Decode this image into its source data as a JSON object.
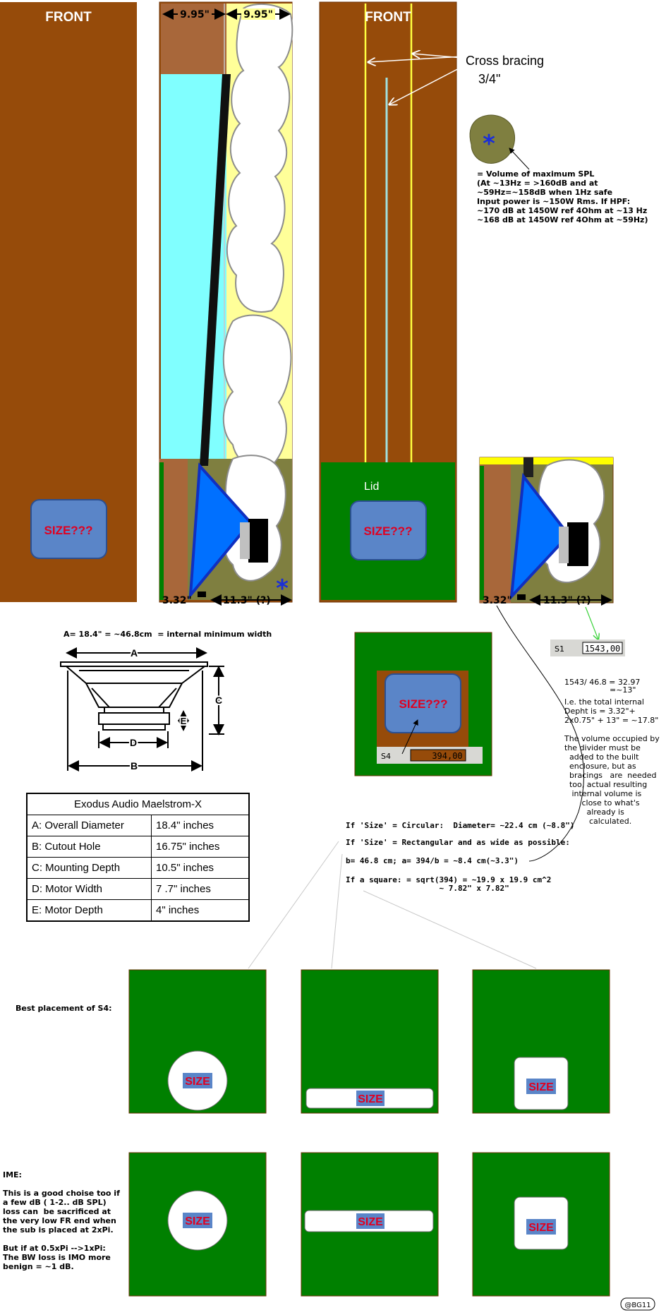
{
  "labels": {
    "front_left": "FRONT",
    "front_right": "FRONT",
    "dim_left": "9.95\"",
    "dim_right": "9.95\"",
    "lid": "Lid",
    "size_q": "SIZE???",
    "size": "SIZE",
    "cross_bracing_1": "Cross bracing",
    "cross_bracing_2": "3/4\"",
    "dim_332": "3.32\"",
    "dim_113": "11.3\" (?)",
    "s1_label": "S1",
    "s1_value": "1543,00",
    "s4_label": "S4",
    "s4_value": "394,00",
    "best_placement": "Best placement of S4:",
    "credit": "@BG11"
  },
  "spl_note": "= Volume of maximum SPL\n(At ~13Hz = >160dB and at\n~59Hz=~158dB when 1Hz safe\nInput power is ~150W Rms. If HPF:\n~170 dB at 1450W ref 4Ohm at ~13 Hz\n~168 dB at 1450W ref 4Ohm at ~59Hz)",
  "a_note": "A= 18.4\" = ~46.8cm  = internal minimum width",
  "driver_letters": [
    "A",
    "B",
    "C",
    "D",
    "E"
  ],
  "calc_note": {
    "line1": "1543/ 46.8 = 32.97",
    "line2": "=~13\"",
    "line3": "I.e. the total internal",
    "line4": "Depht is = 3.32\"+",
    "line5": "2x0.75\" + 13\" = ~17.8\"",
    "para": "The volume occupied by\nthe divider must be\n  added to the built\n  enclosure, but as\n  bracings   are  needed\n  too, actual resulting\n   internal volume is\n       close to what's\n         already is\n          calculated."
  },
  "formulas": [
    "If 'Size' = Circular:  Diameter= ~22.4 cm (~8.8\")",
    "If 'Size' = Rectangular and as wide as possible:",
    "b= 46.8 cm; a= 394/b = ~8.4 cm(~3.3\")",
    "If a square: = sqrt(394) = ~19.9 x 19.9 cm^2",
    "                    ~ 7.82\" x 7.82\""
  ],
  "spec_table": {
    "title": "Exodus Audio Maelstrom-X",
    "rows": [
      [
        "A: Overall Diameter",
        "18.4\" inches"
      ],
      [
        "B:  Cutout Hole",
        "16.75\" inches"
      ],
      [
        "C:  Mounting Depth",
        "10.5\" inches"
      ],
      [
        "D: Motor Width",
        "7 .7\" inches"
      ],
      [
        "E:  Motor Depth",
        "4\" inches"
      ]
    ]
  },
  "ime_note": "IME:\n\nThis is a good choise too if\na few dB ( 1-2.. dB SPL)\nloss can  be sacrificed at\nthe very low FR end when\nthe sub is placed at 2xPi.\n\nBut if at 0.5xPi -->1xPi:\nThe BW loss is IMO more\nbenign = ~1 dB.",
  "colors": {
    "wood": "#964b0a",
    "green": "#008000",
    "olive": "#7f7f40",
    "cyan": "#80ffff",
    "yellow": "#ffff99",
    "driver_blue": "#0070ff",
    "size_box": "#5a85c8",
    "size_text": "#e00020"
  }
}
